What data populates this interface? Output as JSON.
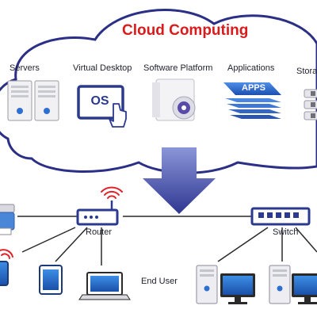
{
  "diagram": {
    "title": "Cloud Computing",
    "cloud_services": [
      {
        "label": "Servers",
        "icon": "server-icon"
      },
      {
        "label": "Virtual Desktop",
        "icon": "virtual-desktop-icon"
      },
      {
        "label": "Software Platform",
        "icon": "software-platform-icon"
      },
      {
        "label": "Applications",
        "icon": "apps-stack-icon"
      },
      {
        "label": "Storage",
        "icon": "storage-icon"
      }
    ],
    "apps_text": "APPS",
    "os_text": "OS",
    "network_nodes": {
      "router": "Router",
      "switch": "Switch",
      "end_user": "End User"
    },
    "colors": {
      "cloud_stroke": "#2b2f86",
      "title": "#d91b1b",
      "arrow": "#2f3791",
      "device_blue": "#1f5fb8",
      "wifi_red": "#e0242a",
      "line": "#2a2a2a"
    }
  }
}
